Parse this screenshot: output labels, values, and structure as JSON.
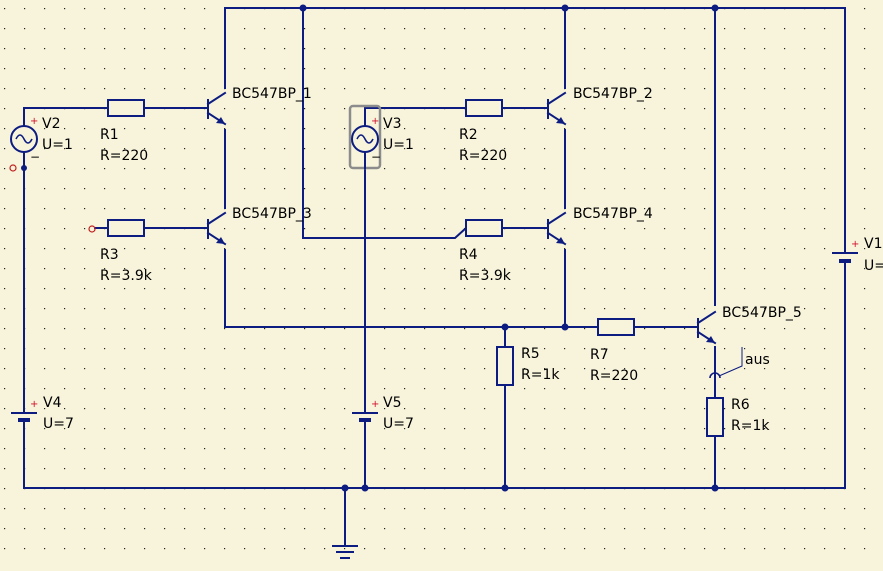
{
  "components": {
    "q1": {
      "name": "BC547BP_1"
    },
    "q2": {
      "name": "BC547BP_2"
    },
    "q3": {
      "name": "BC547BP_3"
    },
    "q4": {
      "name": "BC547BP_4"
    },
    "q5": {
      "name": "BC547BP_5"
    },
    "r1": {
      "name": "R1",
      "value": "R=220"
    },
    "r2": {
      "name": "R2",
      "value": "R=220"
    },
    "r3": {
      "name": "R3",
      "value": "R=3.9k"
    },
    "r4": {
      "name": "R4",
      "value": "R=3.9k"
    },
    "r5": {
      "name": "R5",
      "value": "R=1k"
    },
    "r6": {
      "name": "R6",
      "value": "R=1k"
    },
    "r7": {
      "name": "R7",
      "value": "R=220"
    },
    "v1": {
      "name": "V1",
      "value": "U="
    },
    "v2": {
      "name": "V2",
      "value": "U=1"
    },
    "v3": {
      "name": "V3",
      "value": "U=1"
    },
    "v4": {
      "name": "V4",
      "value": "U=7"
    },
    "v5": {
      "name": "V5",
      "value": "U=7"
    }
  },
  "labels": {
    "output_node": "aus"
  },
  "colors": {
    "background": "#f8f4dc",
    "wire": "#0d1c80",
    "grid": "#202020",
    "selection": "#8c8c8c",
    "plus_sign": "#d0102a"
  }
}
